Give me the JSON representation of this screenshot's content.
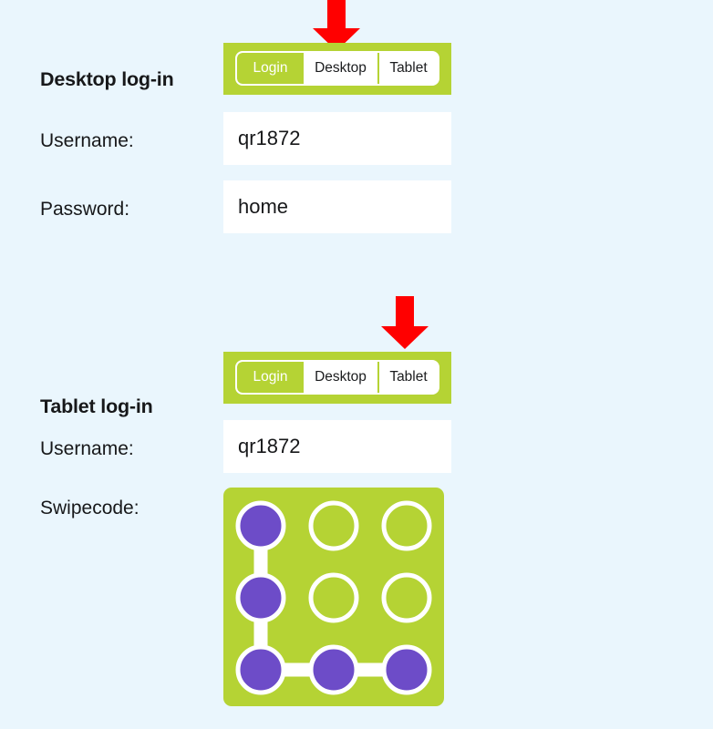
{
  "page": {
    "background_color": "#eaf6fd",
    "accent_green": "#b5d334",
    "dot_purple": "#6d4cc8",
    "arrow_color": "#ff0000",
    "field_background": "#ffffff"
  },
  "sections": [
    {
      "id": "desktop",
      "heading": "Desktop log-in",
      "tabs": [
        {
          "label": "Login",
          "state": "active"
        },
        {
          "label": "Desktop",
          "state": "highlighted"
        },
        {
          "label": "Tablet",
          "state": "normal"
        }
      ],
      "arrow": {
        "points_to": "Desktop",
        "color": "#ff0000"
      },
      "fields": [
        {
          "label": "Username:",
          "value": "qr1872"
        },
        {
          "label": "Password:",
          "value": "home"
        }
      ]
    },
    {
      "id": "tablet",
      "heading": "Tablet log-in",
      "tabs": [
        {
          "label": "Login",
          "state": "active"
        },
        {
          "label": "Desktop",
          "state": "normal"
        },
        {
          "label": "Tablet",
          "state": "highlighted"
        }
      ],
      "arrow": {
        "points_to": "Tablet",
        "color": "#ff0000"
      },
      "fields": [
        {
          "label": "Username:",
          "value": "qr1872"
        }
      ],
      "swipecode": {
        "label": "Swipecode:",
        "rows": 3,
        "cols": 3,
        "selected_dots": [
          {
            "row": 0,
            "col": 0
          },
          {
            "row": 1,
            "col": 0
          },
          {
            "row": 2,
            "col": 0
          },
          {
            "row": 2,
            "col": 1
          },
          {
            "row": 2,
            "col": 2
          }
        ],
        "path_order": [
          "top-left",
          "middle-left",
          "bottom-left",
          "bottom-center",
          "bottom-right"
        ],
        "pattern_shape": "L"
      }
    }
  ]
}
